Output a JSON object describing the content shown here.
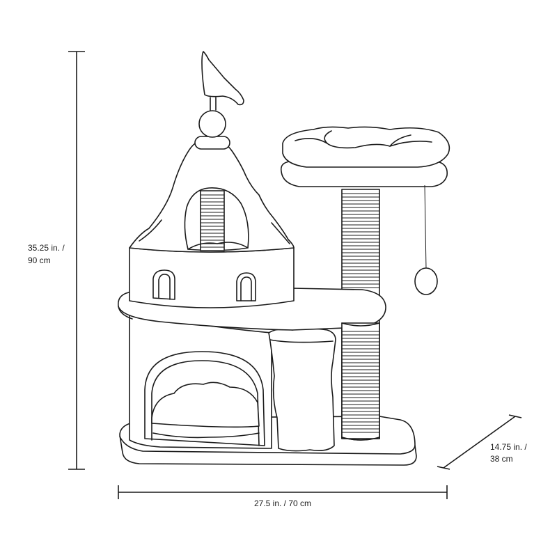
{
  "product": "cat-tree-castle",
  "dimensions": {
    "height": {
      "line1": "35.25 in. /",
      "line2": "90 cm"
    },
    "width": {
      "label": "27.5 in. / 70 cm"
    },
    "depth": {
      "line1": "14.75 in. /",
      "line2": "38 cm"
    }
  },
  "colors": {
    "line": "#1a1a1a",
    "background": "#ffffff"
  }
}
